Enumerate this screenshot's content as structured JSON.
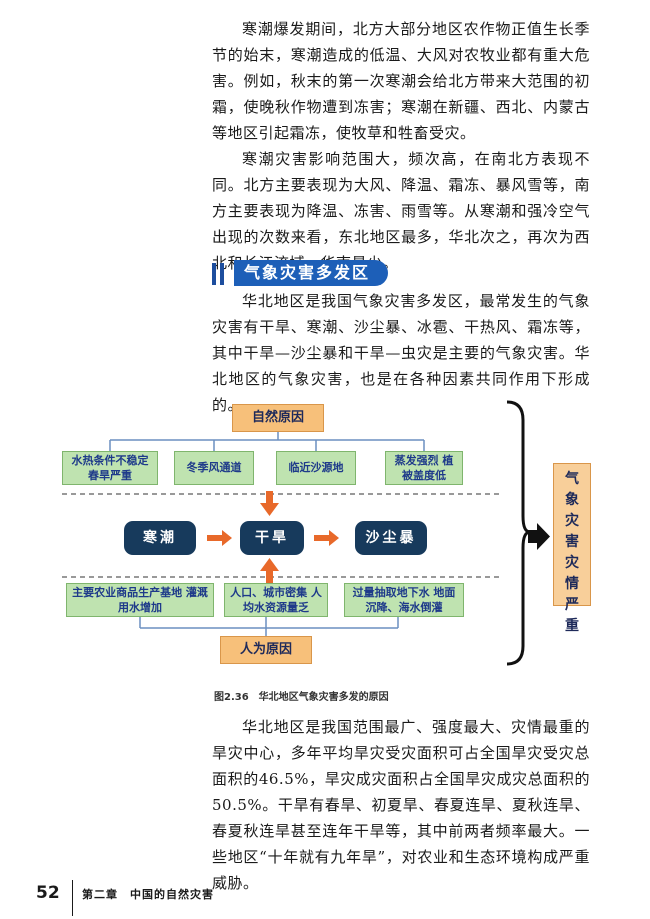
{
  "paragraphs": {
    "p1": "寒潮爆发期间，北方大部分地区农作物正值生长季节的始末，寒潮造成的低温、大风对农牧业都有重大危害。例如，秋末的第一次寒潮会给北方带来大范围的初霜，使晚秋作物遭到冻害；寒潮在新疆、西北、内蒙古等地区引起霜冻，使牧草和牲畜受灾。",
    "p2": "寒潮灾害影响范围大，频次高，在南北方表现不同。北方主要表现为大风、降温、霜冻、暴风雪等，南方主要表现为降温、冻害、雨雪等。从寒潮和强冷空气出现的次数来看，东北地区最多，华北次之，再次为西北和长江流域，华南最少。",
    "p3": "华北地区是我国气象灾害多发区，最常发生的气象灾害有干旱、寒潮、沙尘暴、冰雹、干热风、霜冻等，其中干旱—沙尘暴和干旱—虫灾是主要的气象灾害。华北地区的气象灾害，也是在各种因素共同作用下形成的。",
    "p4": "华北地区是我国范围最广、强度最大、灾情最重的旱灾中心，多年平均旱灾受灾面积可占全国旱灾受灾总面积的46.5%，旱灾成灾面积占全国旱灾成灾总面积的50.5%。干旱有春旱、初夏旱、春夏连旱、夏秋连旱、春夏秋连旱甚至连年干旱等，其中前两者频率最大。一些地区“十年就有九年旱”，对农业和生态环境构成严重威胁。"
  },
  "section_heading": "气象灾害多发区",
  "diagram": {
    "natural_cause": "自然原因",
    "natural_factors": [
      "水热条件不稳定 春旱严重",
      "冬季风通道",
      "临近沙源地",
      "蒸发强烈 植被盖度低"
    ],
    "chain": [
      "寒潮",
      "干旱",
      "沙尘暴"
    ],
    "human_factors": [
      "主要农业商品生产基地 灌溉用水增加",
      "人口、城市密集 人均水资源量乏",
      "过量抽取地下水 地面沉降、海水倒灌"
    ],
    "human_cause": "人为原因",
    "result": "气象灾害灾情严重"
  },
  "caption": "图2.36　华北地区气象灾害多发的原因",
  "footer": {
    "page_number": "52",
    "chapter": "第二章　中国的自然灾害"
  }
}
